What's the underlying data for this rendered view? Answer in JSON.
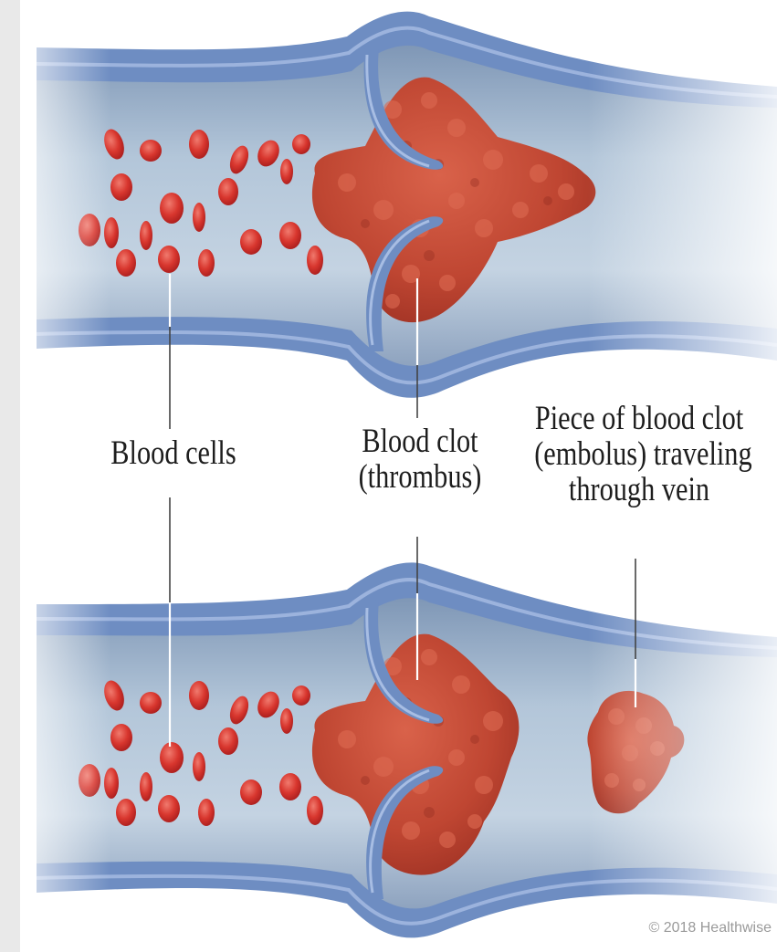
{
  "labels": {
    "blood_cells": "Blood cells",
    "blood_clot_line1": "Blood clot",
    "blood_clot_line2": "(thrombus)",
    "embolus_line1": "Piece of blood clot",
    "embolus_line2": "(embolus) traveling",
    "embolus_line3": "through vein"
  },
  "copyright": "© 2018 Healthwise",
  "colors": {
    "vein_wall": "#6f8fc4",
    "vein_lumen": "#a9bfd6",
    "blood_cell": "#d83a32",
    "clot": "#c24a35",
    "leader_line": "#ffffff"
  }
}
